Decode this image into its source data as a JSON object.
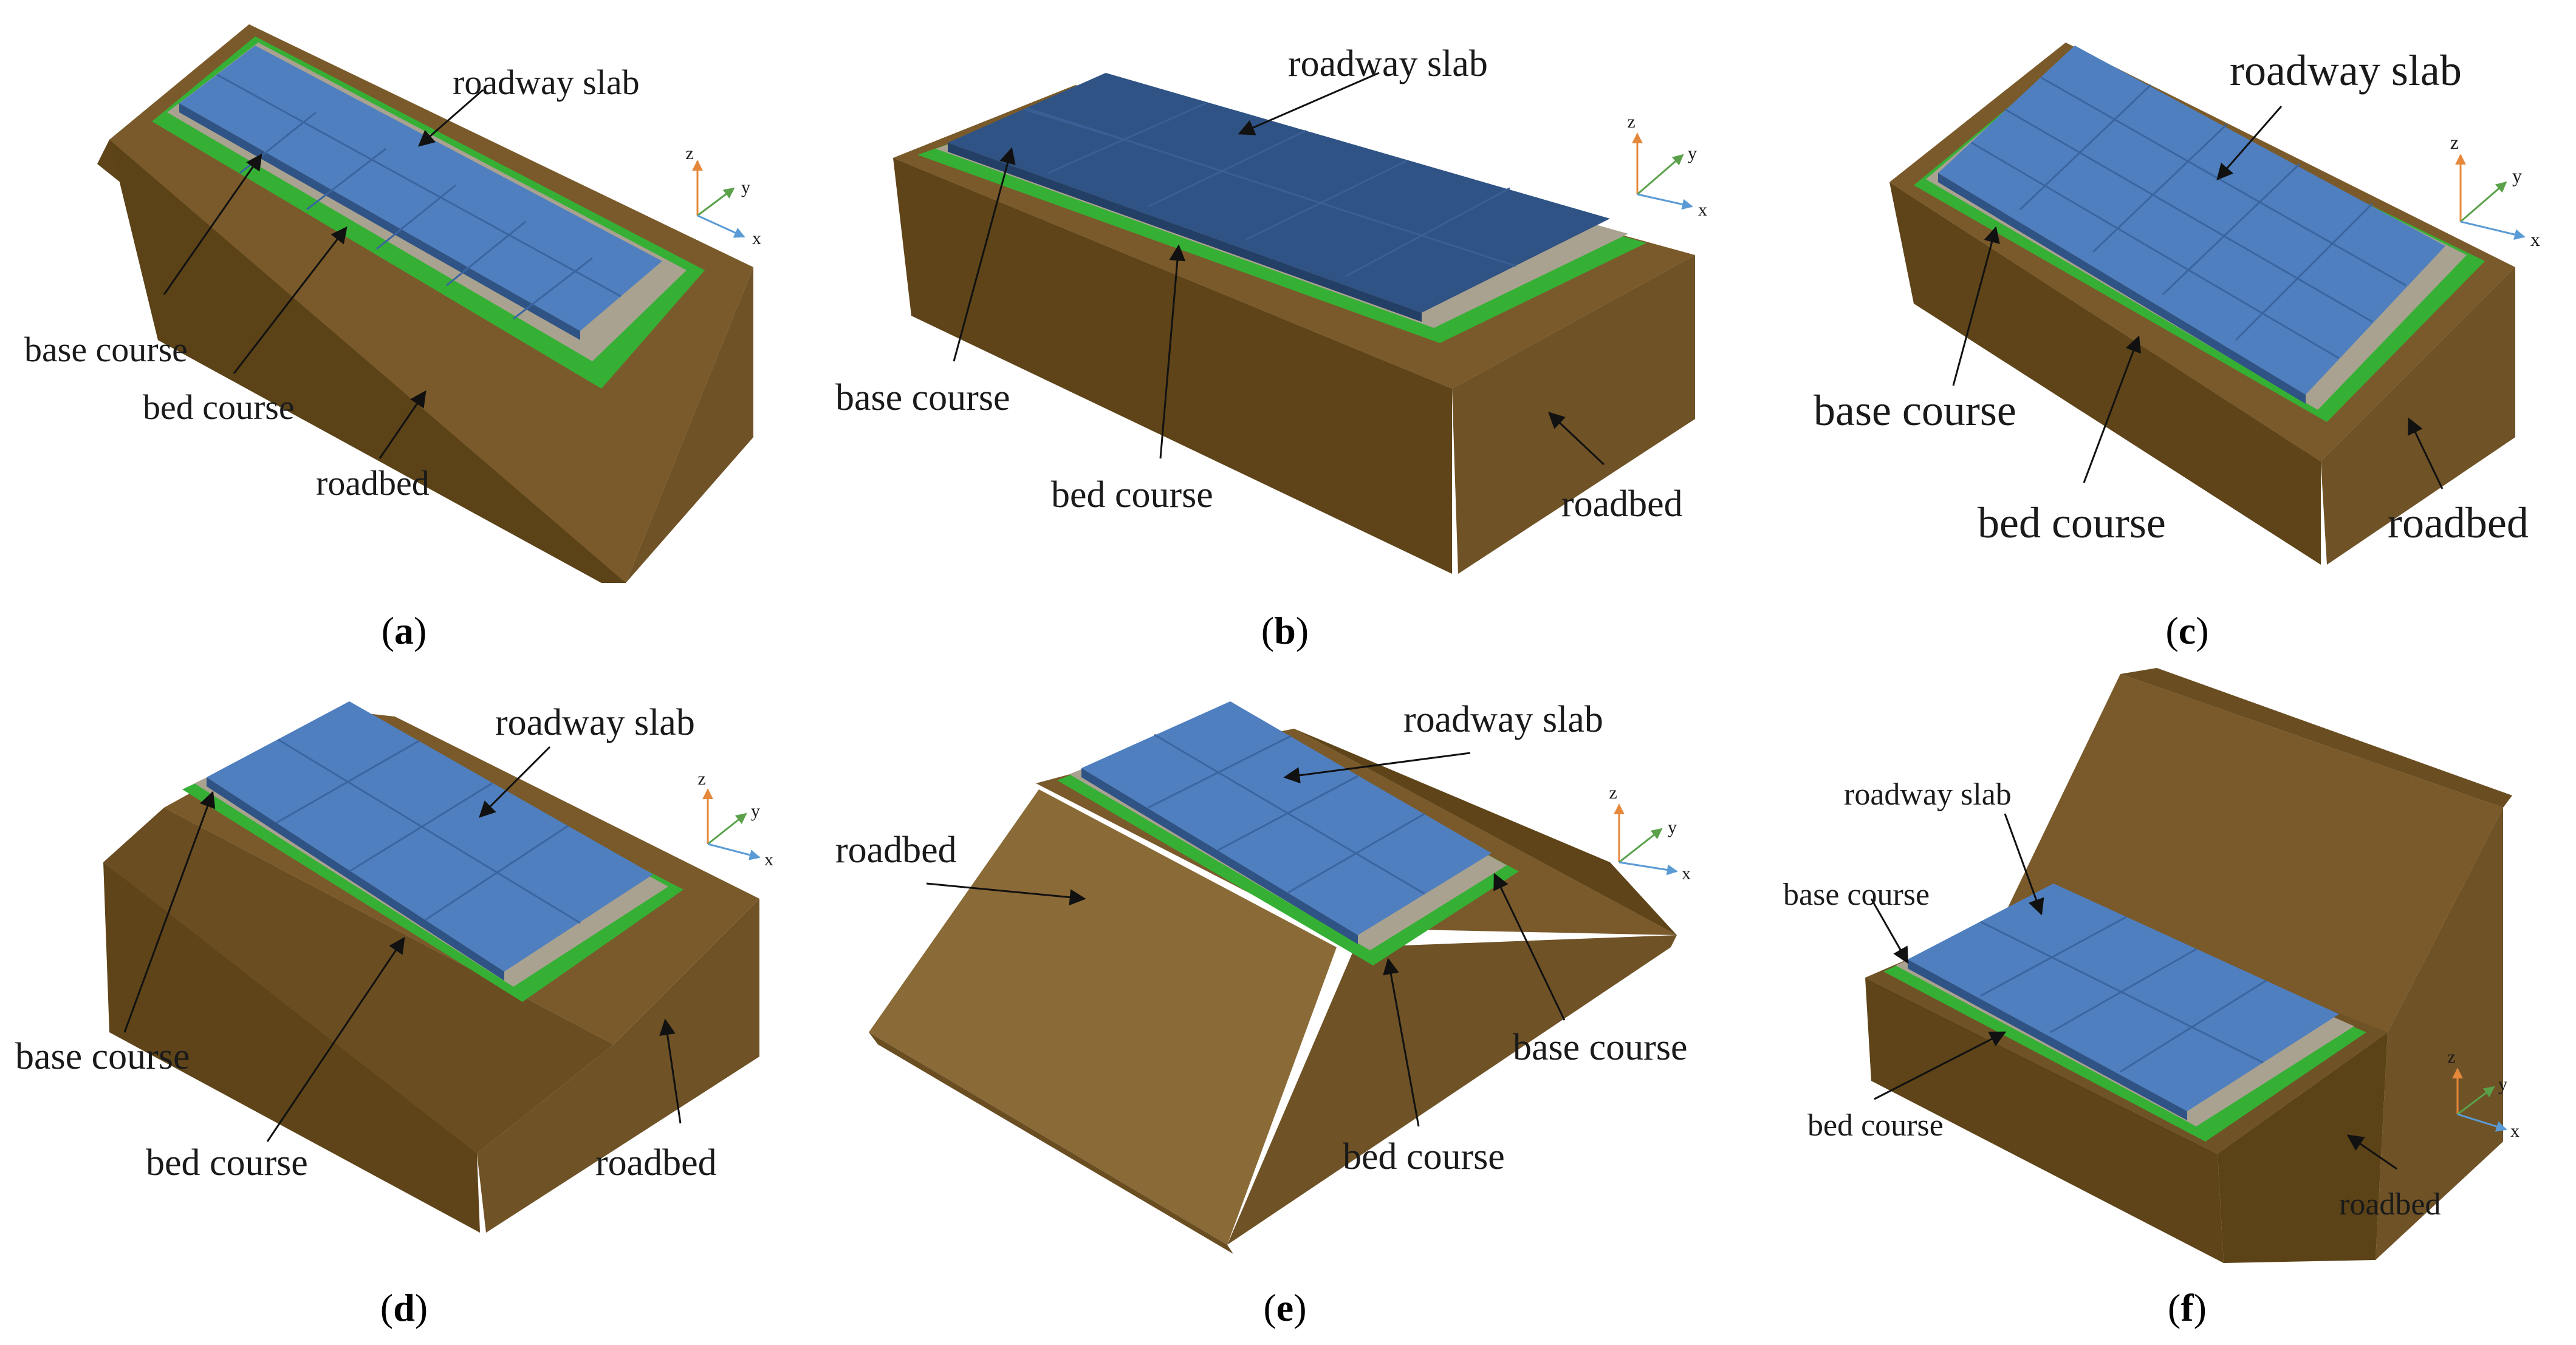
{
  "labels": {
    "roadway_slab": "roadway slab",
    "base_course": "base course",
    "bed_course": "bed course",
    "roadbed": "roadbed"
  },
  "axes": {
    "x": "x",
    "y": "y",
    "z": "z"
  },
  "captions": {
    "a": {
      "open": "(",
      "letter": "a",
      "close": ")"
    },
    "b": {
      "open": "(",
      "letter": "b",
      "close": ")"
    },
    "c": {
      "open": "(",
      "letter": "c",
      "close": ")"
    },
    "d": {
      "open": "(",
      "letter": "d",
      "close": ")"
    },
    "e": {
      "open": "(",
      "letter": "e",
      "close": ")"
    },
    "f": {
      "open": "(",
      "letter": "f",
      "close": ")"
    }
  },
  "colors": {
    "slab": "#4f7fbf",
    "slab_dark": "#2f5384",
    "base": "#a9a290",
    "bed": "#35b035",
    "soil_top": "#7a5a2a",
    "soil_front": "#5e4418",
    "soil_side": "#6f5226",
    "axis_x": "#5b9bd5",
    "axis_y": "#5aa14a",
    "axis_z": "#e5883b"
  }
}
